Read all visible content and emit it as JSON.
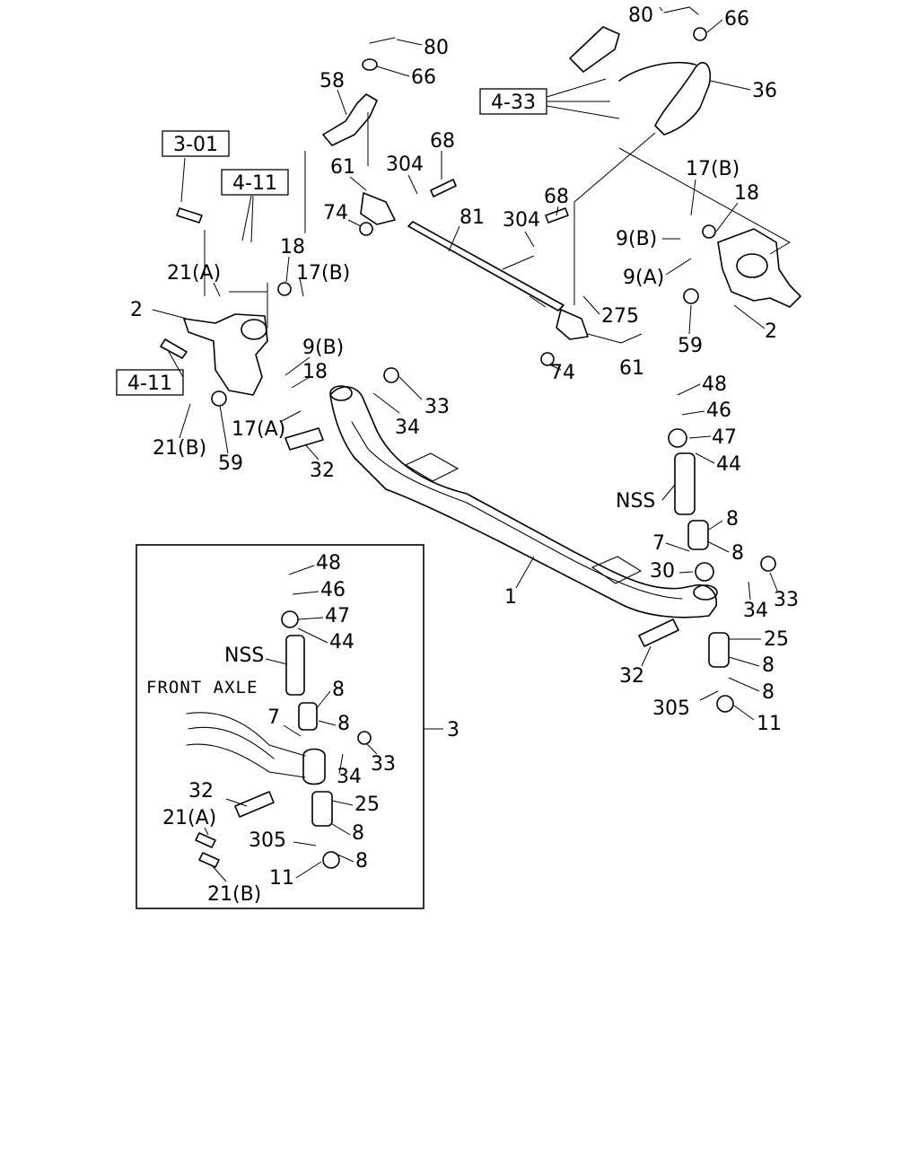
{
  "references": [
    "3-01",
    "4-11",
    "4-33"
  ],
  "callouts": {
    "c80a": "80",
    "c66a": "66",
    "c58": "58",
    "c68a": "68",
    "c61a": "61",
    "c304a": "304",
    "c74a": "74",
    "c81": "81",
    "c304b": "304",
    "c68b": "68",
    "c18a": "18",
    "c17ba": "17(B)",
    "c21a": "21(A)",
    "c2a": "2",
    "c9b": "9(B)",
    "c18b": "18",
    "c21b": "21(B)",
    "c59a": "59",
    "c17a": "17(A)",
    "c34a": "34",
    "c33a": "33",
    "c32a": "32",
    "c80b": "80",
    "c66b": "66",
    "c36": "36",
    "c17bb": "17(B)",
    "c18c": "18",
    "c9bb": "9(B)",
    "c9aa": "9(A)",
    "c275": "275",
    "c2b": "2",
    "c59b": "59",
    "c74b": "74",
    "c61b": "61",
    "c48a": "48",
    "c46a": "46",
    "c47a": "47",
    "c44a": "44",
    "cnssa": "NSS",
    "c8a": "8",
    "c7a": "7",
    "c8b": "8",
    "c30": "30",
    "c1": "1",
    "c34b": "34",
    "c33b": "33",
    "c25a": "25",
    "c32b": "32",
    "c8c": "8",
    "c8d": "8",
    "c305a": "305",
    "c11a": "11"
  },
  "inset": {
    "frame_label": "3",
    "title": "FRONT AXLE",
    "callouts": {
      "i48": "48",
      "i46": "46",
      "i47": "47",
      "i44": "44",
      "inss": "NSS",
      "i8a": "8",
      "i7": "7",
      "i8b": "8",
      "i33": "33",
      "i34": "34",
      "i32": "32",
      "i25": "25",
      "i21a": "21(A)",
      "i305": "305",
      "i8c": "8",
      "i8d": "8",
      "i21b": "21(B)",
      "i11": "11"
    }
  }
}
